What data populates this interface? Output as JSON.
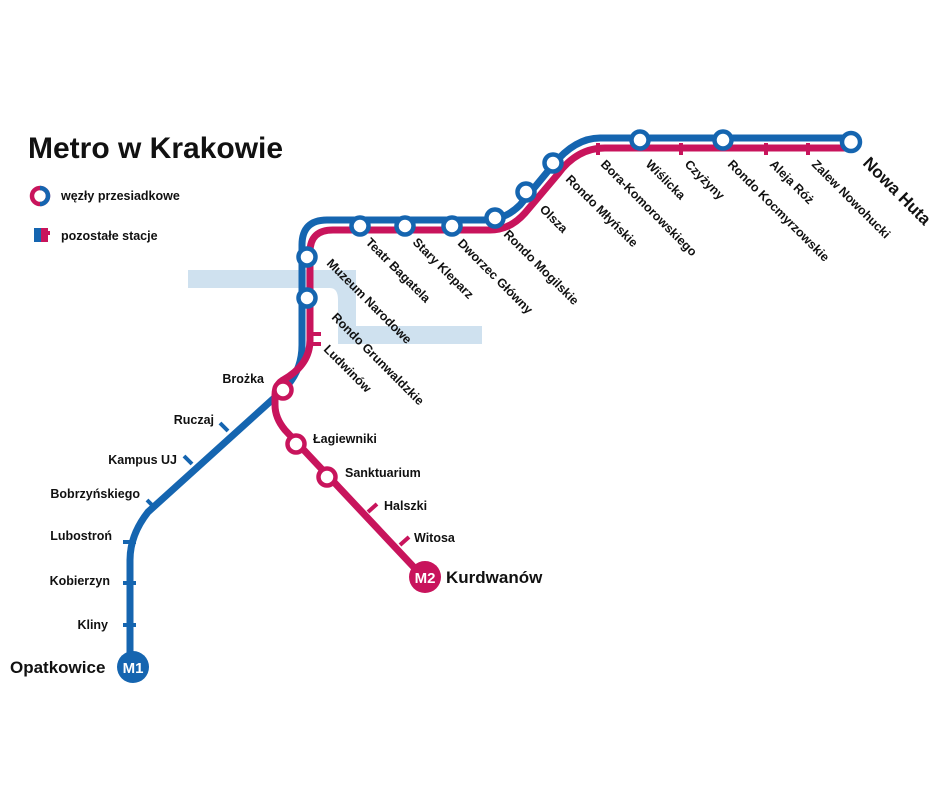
{
  "title": "Metro w Krakowie",
  "legend": {
    "interchange": "węzły przesiadkowe",
    "other": "pozostałe stacje"
  },
  "colors": {
    "m1": "#1565b0",
    "m2": "#c8145c",
    "river": "#cfe1ef",
    "text": "#111111"
  },
  "lines": {
    "m1": {
      "badge": "M1",
      "terminus": "Opatkowice"
    },
    "m2": {
      "badge": "M2",
      "terminus": "Kurdwanów"
    }
  },
  "terminus_east": "Nowa Huta",
  "stations": {
    "nowa_huta": "Nowa Huta",
    "zalew_nowohucki": "Zalew Nowohucki",
    "aleja_roz": "Aleja Róż",
    "rondo_kocmyrzowskie": "Rondo Kocmyrzowskie",
    "czyzyny": "Czyżyny",
    "wislicka": "Wiślicka",
    "bora_komorowskiego": "Bora-Komorowskiego",
    "rondo_mlynskie": "Rondo Młyńskie",
    "olsza": "Olsza",
    "rondo_mogilskie": "Rondo Mogilskie",
    "dworzec_glowny": "Dworzec Główny",
    "stary_kleparz": "Stary Kleparz",
    "teatr_bagatela": "Teatr Bagatela",
    "muzeum_narodowe": "Muzeum Narodowe",
    "rondo_grunwaldzkie": "Rondo Grunwaldzkie",
    "ludwinow": "Ludwinów",
    "brozka": "Brożka",
    "ruczaj": "Ruczaj",
    "kampus_uj": "Kampus UJ",
    "bobrzynskiego": "Bobrzyńskiego",
    "lubostron": "Lubostroń",
    "kobierzyn": "Kobierzyn",
    "kliny": "Kliny",
    "opatkowice": "Opatkowice",
    "lagiewniki": "Łagiewniki",
    "sanktuarium": "Sanktuarium",
    "halszki": "Halszki",
    "witosa": "Witosa",
    "kurdwanow": "Kurdwanów"
  }
}
